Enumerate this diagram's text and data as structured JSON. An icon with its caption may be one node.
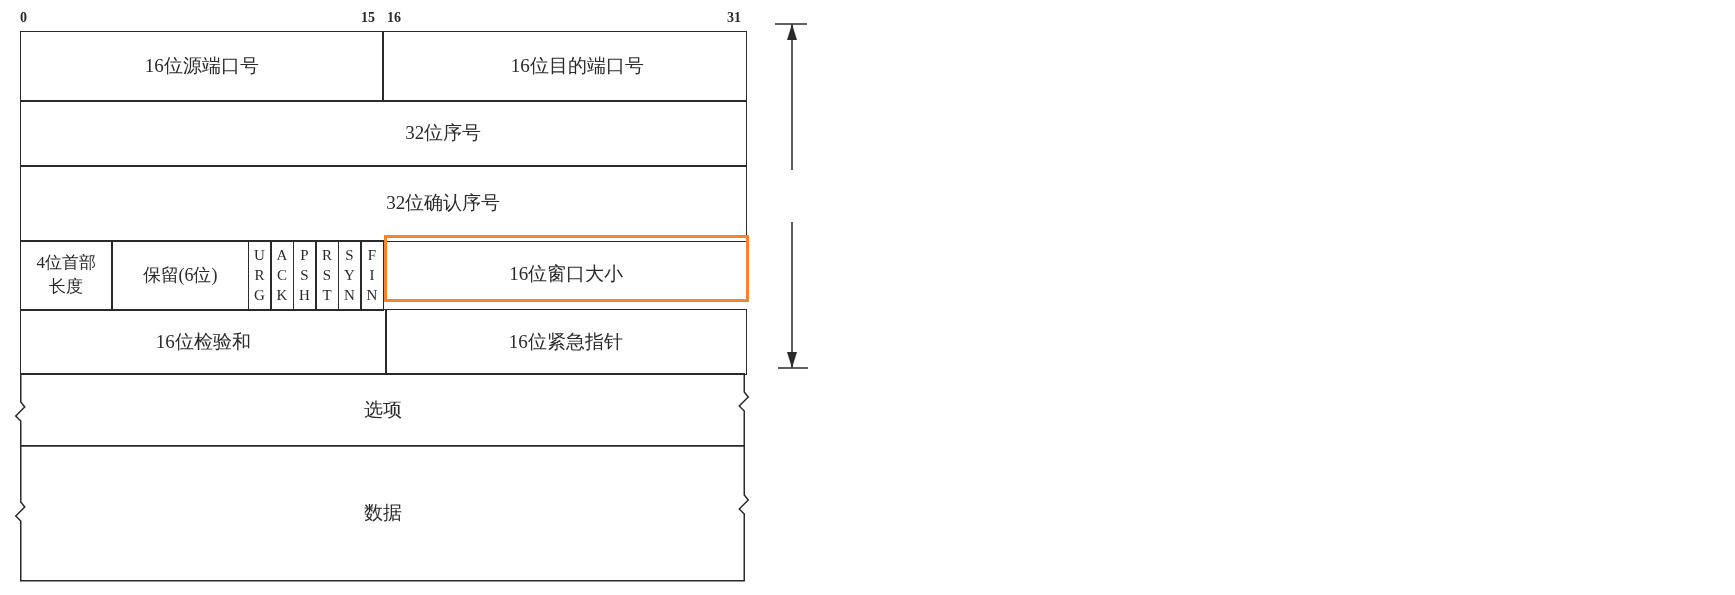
{
  "diagram": {
    "nodes": [
      {
        "text": [
          "16位源端口号"
        ]
      },
      {
        "text": [
          "16位目的端口号"
        ]
      },
      {
        "text": [
          "32位序号"
        ]
      },
      {
        "text": [
          "32位确认序号"
        ]
      },
      {
        "text": [
          "4位首部长度"
        ]
      },
      {
        "text": [
          "保留(6位)"
        ]
      },
      {
        "text": [
          "URG"
        ]
      },
      {
        "text": [
          "ACK"
        ]
      },
      {
        "text": [
          "PSH"
        ]
      },
      {
        "text": [
          "RST"
        ]
      },
      {
        "text": [
          "SYN"
        ]
      },
      {
        "text": [
          "FIN"
        ]
      },
      {
        "text": [
          "16位窗口大小"
        ]
      },
      {
        "text": [
          "16位检验和"
        ]
      },
      {
        "text": [
          "16位紧急指针"
        ]
      },
      {
        "text": [
          "选项"
        ]
      },
      {
        "text": [
          "数据"
        ]
      }
    ],
    "labels": [
      "0",
      "15",
      "16",
      "31"
    ]
  }
}
